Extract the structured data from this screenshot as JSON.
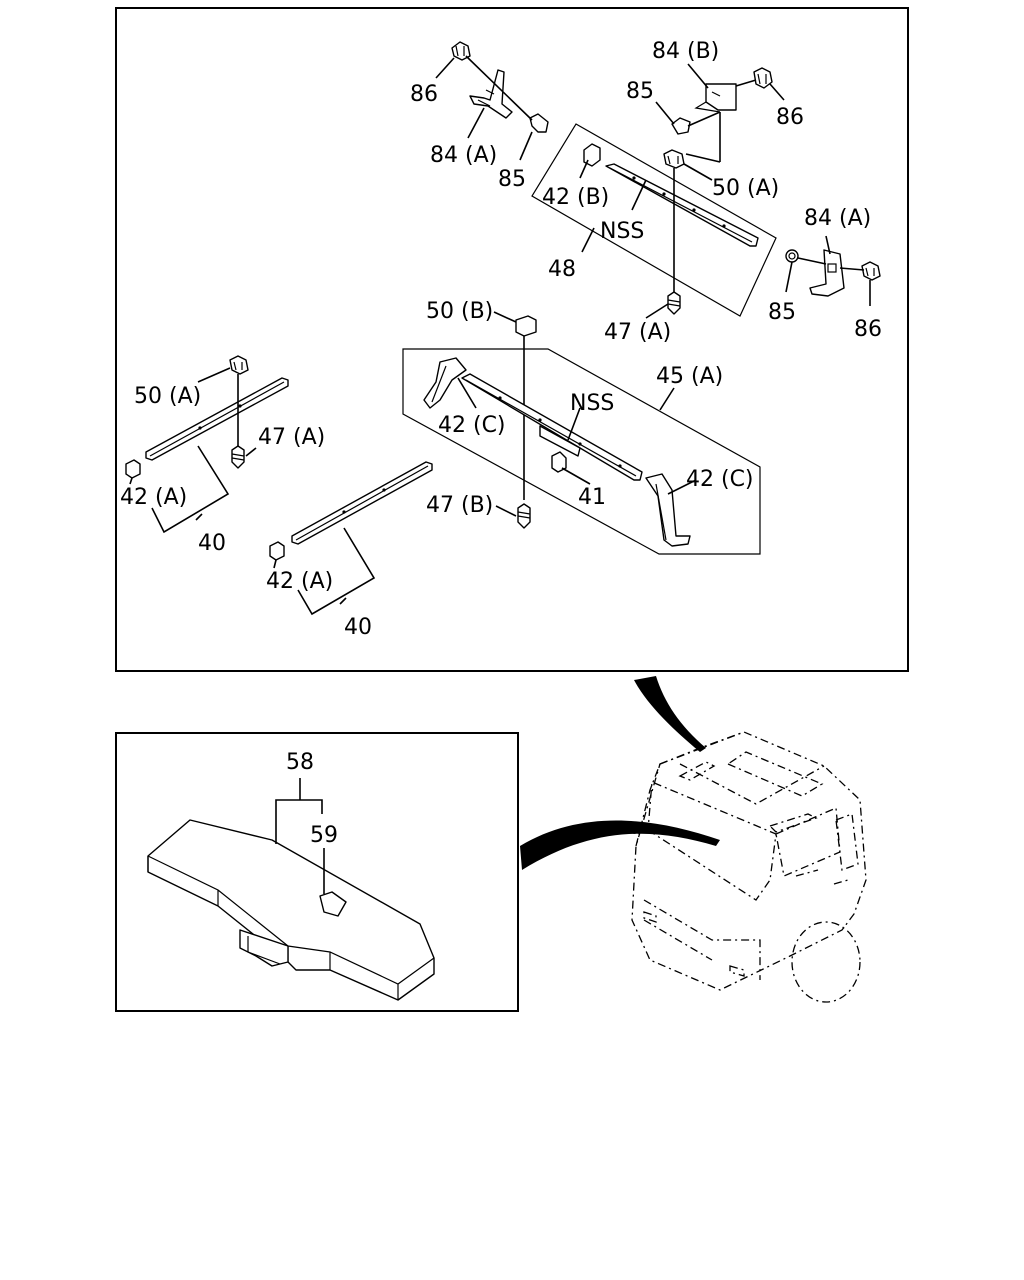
{
  "labels": {
    "p86_tl": "86",
    "p84b": "84 (B)",
    "p85_top": "85",
    "p86_tr": "86",
    "p84a_top": "84 (A)",
    "p85_mid": "85",
    "p42b": "42 (B)",
    "p50a_top": "50 (A)",
    "nss_top": "NSS",
    "p84a_right": "84 (A)",
    "p48": "48",
    "p85_right": "85",
    "p86_right": "86",
    "p50b": "50 (B)",
    "p47a_mid": "47 (A)",
    "p45a": "45 (A)",
    "p50a_left": "50 (A)",
    "nss_mid": "NSS",
    "p42c_left": "42 (C)",
    "p47a_left": "47 (A)",
    "p42c_right": "42 (C)",
    "p41": "41",
    "p42a_left": "42 (A)",
    "p47b": "47 (B)",
    "p40_left": "40",
    "p42a_bottom": "42 (A)",
    "p40_bottom": "40",
    "p58": "58",
    "p59": "59"
  }
}
